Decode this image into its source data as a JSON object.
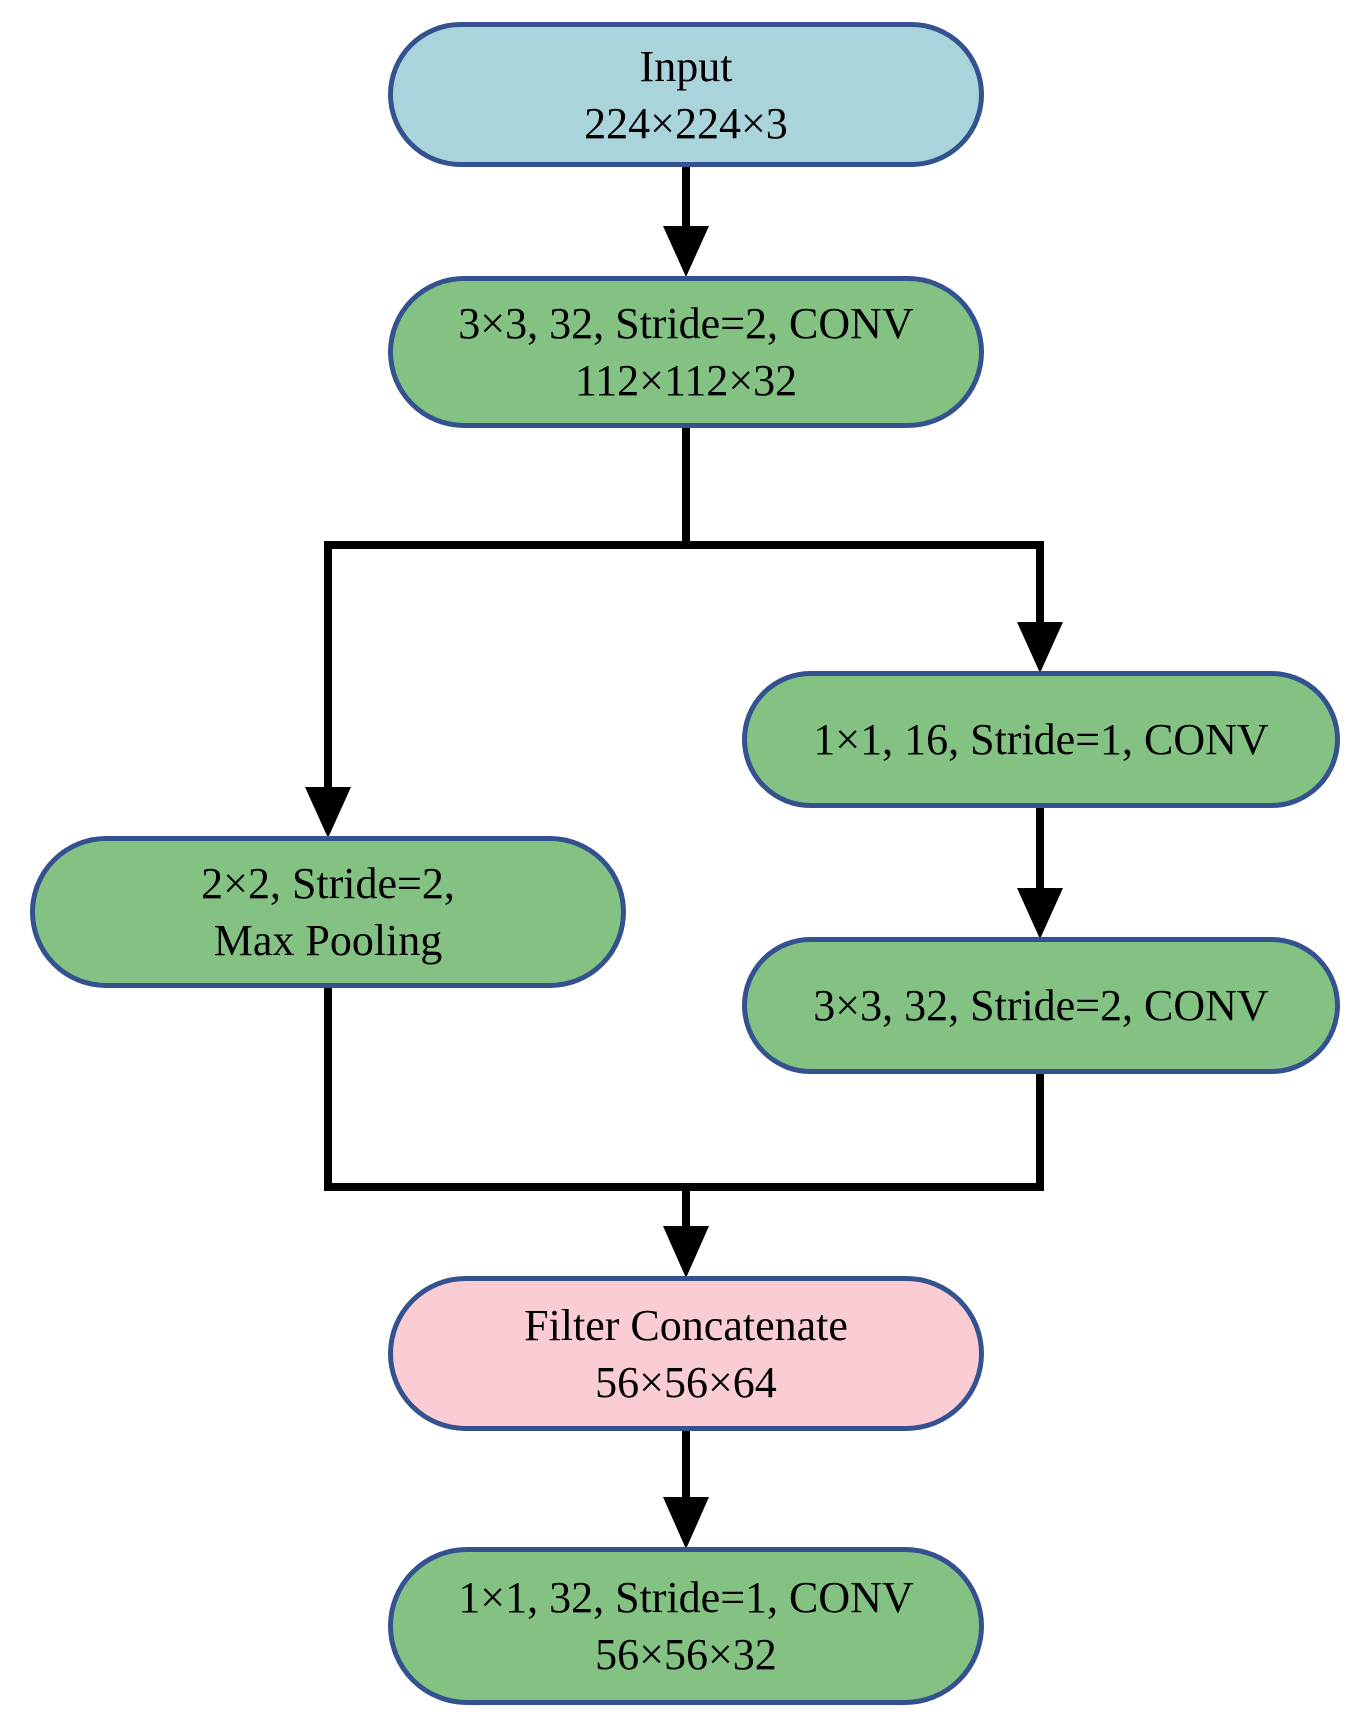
{
  "colors": {
    "node_green": "#84C284",
    "node_blue": "#A9D4DB",
    "node_pink": "#F9CDD3",
    "node_border": "#34528F",
    "connector": "#000000",
    "text": "#000000",
    "background": "#FFFFFF"
  },
  "nodes": {
    "input": {
      "line1": "Input",
      "line2": "224×224×3"
    },
    "conv1": {
      "line1": "3×3, 32, Stride=2, CONV",
      "line2": "112×112×32"
    },
    "maxpool": {
      "line1": "2×2, Stride=2,",
      "line2": "Max Pooling"
    },
    "branch_conv1": {
      "line1": "1×1, 16, Stride=1, CONV"
    },
    "branch_conv2": {
      "line1": "3×3, 32, Stride=2, CONV"
    },
    "concat": {
      "line1": "Filter Concatenate",
      "line2": "56×56×64"
    },
    "final_conv": {
      "line1": "1×1, 32, Stride=1, CONV",
      "line2": "56×56×32"
    }
  }
}
